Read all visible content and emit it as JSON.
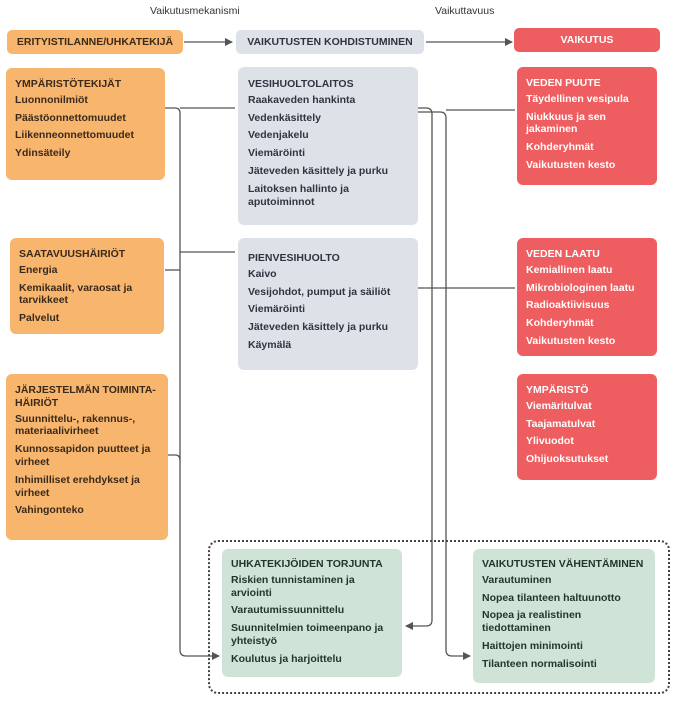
{
  "headers": {
    "mechanism": "Vaikutusmekanismi",
    "impact": "Vaikuttavuus"
  },
  "top_row": {
    "left": "ERITYISTILANNE/UHKATEKIJÄ",
    "middle": "VAIKUTUSTEN KOHDISTUMINEN",
    "right": "VAIKUTUS"
  },
  "threats": {
    "environment": {
      "title": "YMPÄRISTÖTEKIJÄT",
      "items": [
        "Luonnonilmiöt",
        "Päästöonnettomuudet",
        "Liikenneonnettomuudet",
        "Ydinsäteily"
      ]
    },
    "supply": {
      "title": "SAATAVUUSHÄIRIÖT",
      "items": [
        "Energia",
        "Kemikaalit, varaosat ja tarvikkeet",
        "Palvelut"
      ]
    },
    "system": {
      "title": "JÄRJESTELMÄN TOIMINTA-HÄIRIÖT",
      "items": [
        "Suunnittelu-, rakennus-, materiaalivirheet",
        "Kunnossapidon puutteet ja virheet",
        "Inhimilliset erehdykset ja virheet",
        "Vahingonteko"
      ]
    }
  },
  "targets": {
    "utility": {
      "title": "VESIHUOLTOLAITOS",
      "items": [
        "Raakaveden hankinta",
        "Vedenkäsittely",
        "Vedenjakelu",
        "Viemäröinti",
        "Jäteveden käsittely ja purku",
        "Laitoksen hallinto ja aputoiminnot"
      ]
    },
    "small": {
      "title": "PIENVESIHUOLTO",
      "items": [
        "Kaivo",
        "Vesijohdot, pumput ja säiliöt",
        "Viemäröinti",
        "Jäteveden käsittely ja purku",
        "Käymälä"
      ]
    }
  },
  "impacts": {
    "shortage": {
      "title": "VEDEN PUUTE",
      "items": [
        "Täydellinen vesipula",
        "Niukkuus ja sen jakaminen",
        "Kohderyhmät",
        "Vaikutusten kesto"
      ]
    },
    "quality": {
      "title": "VEDEN LAATU",
      "items": [
        "Kemiallinen laatu",
        "Mikrobiologinen laatu",
        "Radioaktiivisuus",
        "Kohderyhmät",
        "Vaikutusten kesto"
      ]
    },
    "environment": {
      "title": "YMPÄRISTÖ",
      "items": [
        "Viemäritulvat",
        "Taajamatulvat",
        "Ylivuodot",
        "Ohijuoksutukset"
      ]
    }
  },
  "bottom": {
    "prevention": {
      "title": "UHKATEKIJÖIDEN TORJUNTA",
      "items": [
        "Riskien tunnistaminen ja arviointi",
        "Varautumissuunnittelu",
        "Suunnitelmien toimeenpano ja yhteistyö",
        "Koulutus ja harjoittelu"
      ]
    },
    "mitigation": {
      "title": "VAIKUTUSTEN VÄHENTÄMINEN",
      "items": [
        "Varautuminen",
        "Nopea tilanteen haltuunotto",
        "Nopea ja realistinen tiedottaminen",
        "Haittojen minimointi",
        "Tilanteen normalisointi"
      ]
    }
  },
  "colors": {
    "threat": "#f8b56d",
    "target": "#dde2e8",
    "impact": "#ee5d5f",
    "response": "#cfe3d6",
    "line": "#555555"
  }
}
